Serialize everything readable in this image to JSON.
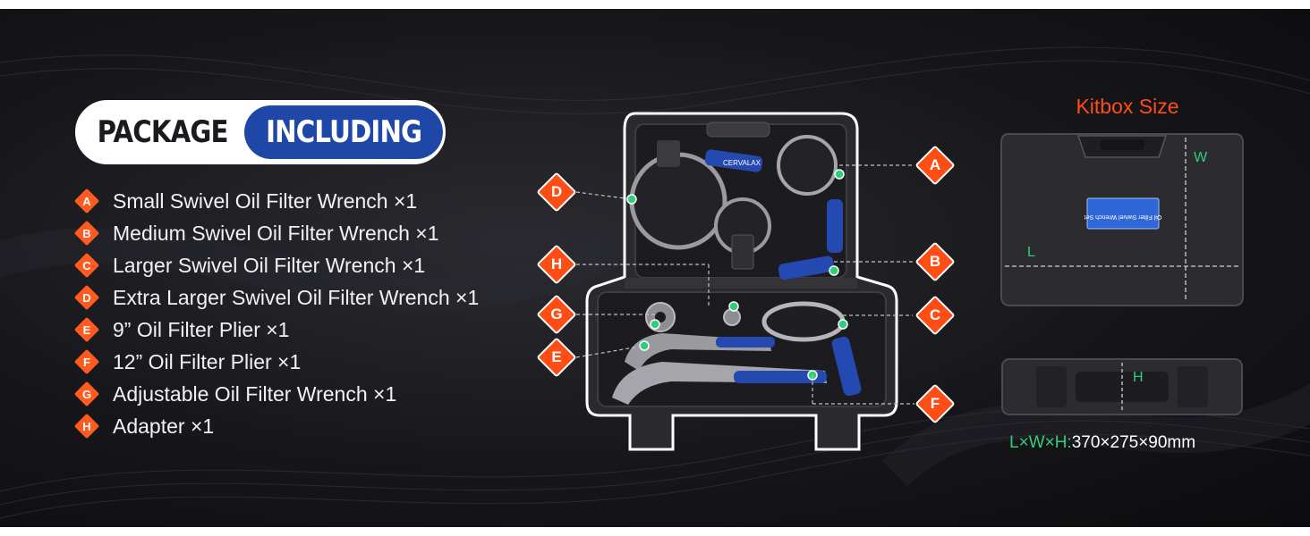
{
  "title": {
    "left": "PACKAGE",
    "right": "INCLUDING"
  },
  "items": [
    {
      "letter": "A",
      "text": "Small Swivel Oil Filter Wrench ×1"
    },
    {
      "letter": "B",
      "text": "Medium Swivel Oil Filter Wrench ×1"
    },
    {
      "letter": "C",
      "text": "Larger Swivel Oil Filter Wrench ×1"
    },
    {
      "letter": "D",
      "text": "Extra Larger Swivel Oil Filter Wrench ×1"
    },
    {
      "letter": "E",
      "text": "9” Oil Filter Plier ×1"
    },
    {
      "letter": "F",
      "text": "12” Oil Filter Plier ×1"
    },
    {
      "letter": "G",
      "text": "Adjustable Oil Filter Wrench ×1"
    },
    {
      "letter": "H",
      "text": "Adapter ×1"
    }
  ],
  "callouts": {
    "a": "A",
    "b": "B",
    "c": "C",
    "d": "D",
    "e": "E",
    "f": "F",
    "g": "G",
    "h": "H"
  },
  "case_brand": "CERVALAX",
  "kitbox": {
    "title": "Kitbox Size",
    "label_text": "Oil Filter Swivel Wrench Set",
    "axis_w": "W",
    "axis_l": "L",
    "axis_h": "H",
    "dims_key": "L×W×H:",
    "dims_value": "370×275×90mm"
  },
  "colors": {
    "accent_orange": "#ff4d16",
    "brand_blue": "#1e47a8",
    "dimension_green": "#2fcf7a",
    "background_dark": "#17171b"
  }
}
